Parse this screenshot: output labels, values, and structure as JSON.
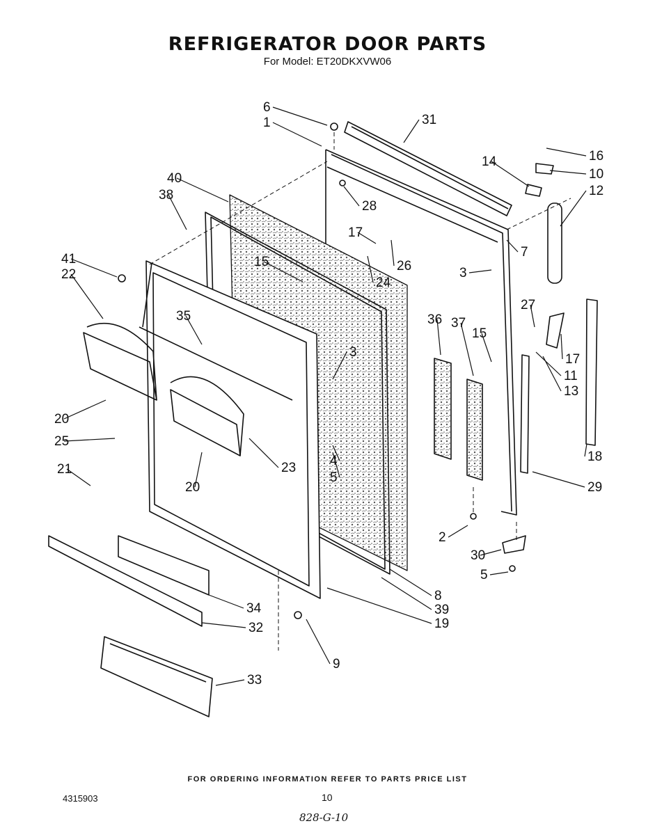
{
  "header": {
    "title": "REFRIGERATOR DOOR PARTS",
    "subtitle": "For Model: ET20DKXVW06"
  },
  "callouts": [
    "6",
    "1",
    "31",
    "40",
    "38",
    "28",
    "14",
    "16",
    "10",
    "12",
    "17",
    "26",
    "24",
    "7",
    "3",
    "41",
    "22",
    "15",
    "35",
    "27",
    "3",
    "36",
    "37",
    "15",
    "17",
    "11",
    "13",
    "20",
    "25",
    "4",
    "5",
    "23",
    "21",
    "20",
    "18",
    "29",
    "2",
    "30",
    "5",
    "34",
    "8",
    "39",
    "19",
    "32",
    "9",
    "33"
  ],
  "footer": {
    "ordering_note": "FOR ORDERING INFORMATION REFER TO PARTS PRICE LIST",
    "doc_number": "4315903",
    "page_number": "10",
    "handwritten_note": "828-G-10"
  },
  "colors": {
    "ink": "#111111",
    "paper": "#ffffff",
    "foam": "#cfcfcf"
  }
}
